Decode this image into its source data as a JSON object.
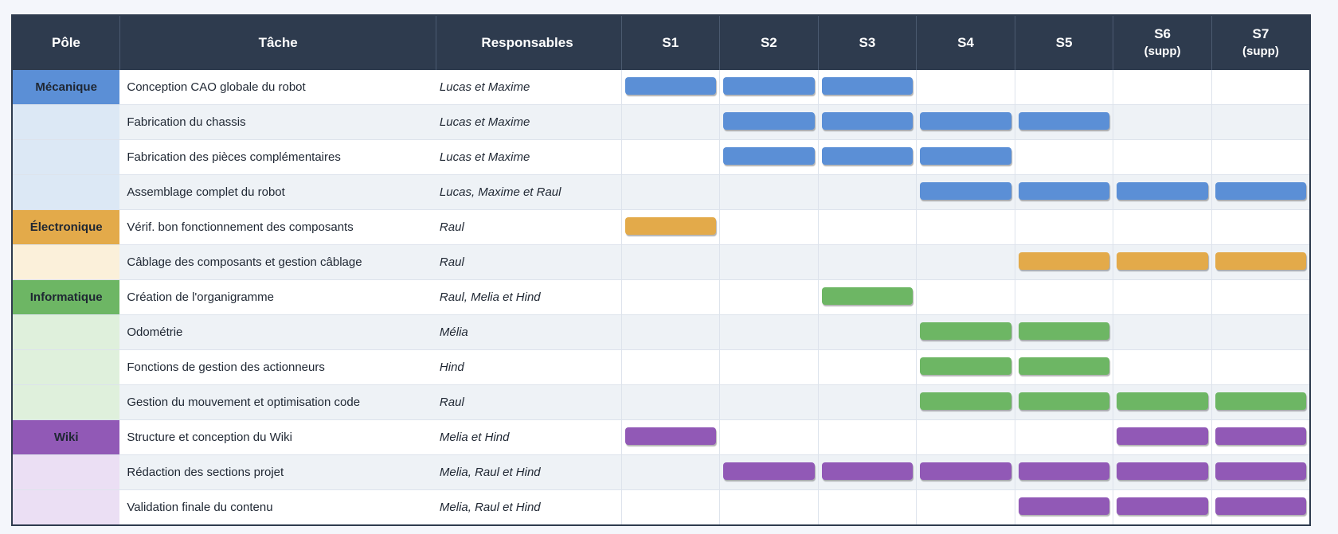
{
  "header": {
    "pole": "Pôle",
    "tache": "Tâche",
    "responsables": "Responsables",
    "weeks": [
      {
        "label": "S1",
        "sub": ""
      },
      {
        "label": "S2",
        "sub": ""
      },
      {
        "label": "S3",
        "sub": ""
      },
      {
        "label": "S4",
        "sub": ""
      },
      {
        "label": "S5",
        "sub": ""
      },
      {
        "label": "S6",
        "sub": "(supp)"
      },
      {
        "label": "S7",
        "sub": "(supp)"
      }
    ]
  },
  "poles": {
    "mecanique": {
      "label": "Mécanique",
      "color": "#5b8fd6",
      "light": "#dce8f5"
    },
    "electronique": {
      "label": "Électronique",
      "color": "#e3aa4a",
      "light": "#fbf0da"
    },
    "informatique": {
      "label": "Informatique",
      "color": "#6db664",
      "light": "#dff0dc"
    },
    "wiki": {
      "label": "Wiki",
      "color": "#9159b6",
      "light": "#ebdff4"
    }
  },
  "rows": [
    {
      "pole": "mecanique",
      "show_label": true,
      "task": "Conception CAO globale du robot",
      "resp": "Lucas et Maxime",
      "weeks": [
        1,
        1,
        1,
        0,
        0,
        0,
        0
      ]
    },
    {
      "pole": "mecanique",
      "show_label": false,
      "task": "Fabrication du chassis",
      "resp": "Lucas et Maxime",
      "weeks": [
        0,
        1,
        1,
        1,
        1,
        0,
        0
      ]
    },
    {
      "pole": "mecanique",
      "show_label": false,
      "task": "Fabrication des pièces complémentaires",
      "resp": "Lucas et Maxime",
      "weeks": [
        0,
        1,
        1,
        1,
        0,
        0,
        0
      ]
    },
    {
      "pole": "mecanique",
      "show_label": false,
      "task": "Assemblage complet du robot",
      "resp": "Lucas, Maxime et Raul",
      "weeks": [
        0,
        0,
        0,
        1,
        1,
        1,
        1
      ]
    },
    {
      "pole": "electronique",
      "show_label": true,
      "task": "Vérif. bon fonctionnement des composants",
      "resp": "Raul",
      "weeks": [
        1,
        0,
        0,
        0,
        0,
        0,
        0
      ]
    },
    {
      "pole": "electronique",
      "show_label": false,
      "task": "Câblage des composants et gestion câblage",
      "resp": "Raul",
      "weeks": [
        0,
        0,
        0,
        0,
        1,
        1,
        1
      ]
    },
    {
      "pole": "informatique",
      "show_label": true,
      "task": "Création de l'organigramme",
      "resp": "Raul, Melia et Hind",
      "weeks": [
        0,
        0,
        1,
        0,
        0,
        0,
        0
      ]
    },
    {
      "pole": "informatique",
      "show_label": false,
      "task": "Odométrie",
      "resp": "Mélia",
      "weeks": [
        0,
        0,
        0,
        1,
        1,
        0,
        0
      ]
    },
    {
      "pole": "informatique",
      "show_label": false,
      "task": "Fonctions de gestion des actionneurs",
      "resp": "Hind",
      "weeks": [
        0,
        0,
        0,
        1,
        1,
        0,
        0
      ]
    },
    {
      "pole": "informatique",
      "show_label": false,
      "task": "Gestion du mouvement et optimisation code",
      "resp": "Raul",
      "weeks": [
        0,
        0,
        0,
        1,
        1,
        1,
        1
      ]
    },
    {
      "pole": "wiki",
      "show_label": true,
      "task": "Structure et conception du Wiki",
      "resp": "Melia et Hind",
      "weeks": [
        1,
        0,
        0,
        0,
        0,
        1,
        1
      ]
    },
    {
      "pole": "wiki",
      "show_label": false,
      "task": "Rédaction des sections projet",
      "resp": "Melia, Raul et Hind",
      "weeks": [
        0,
        1,
        1,
        1,
        1,
        1,
        1
      ]
    },
    {
      "pole": "wiki",
      "show_label": false,
      "task": "Validation finale du contenu",
      "resp": "Melia, Raul et Hind",
      "weeks": [
        0,
        0,
        0,
        0,
        1,
        1,
        1
      ]
    }
  ]
}
